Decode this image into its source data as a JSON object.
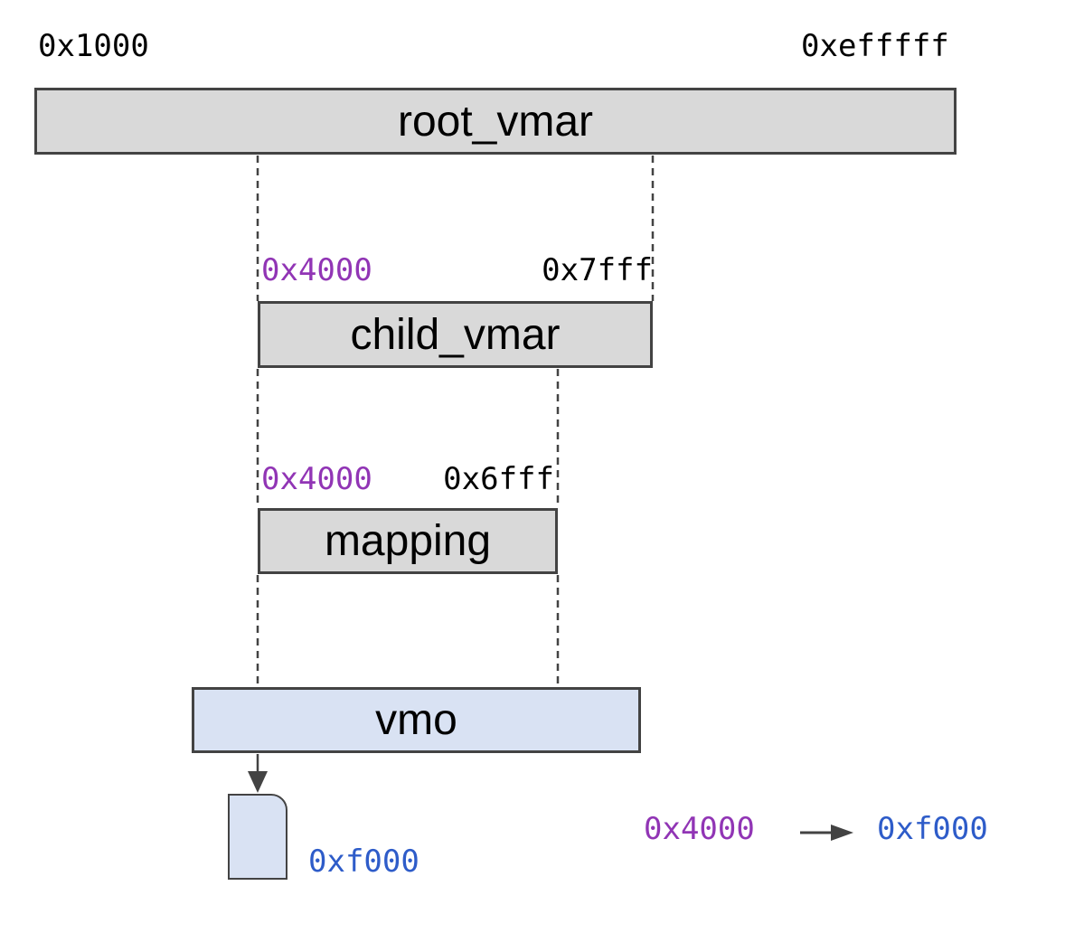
{
  "colors": {
    "box_gray": "#d9d9d9",
    "box_blue": "#d9e2f3",
    "border": "#434343",
    "purple": "#9135b5",
    "blue": "#2e5cc9",
    "black": "#000000",
    "bg": "#ffffff"
  },
  "root": {
    "label": "root_vmar",
    "start": "0x1000",
    "end": "0xefffff"
  },
  "child": {
    "label": "child_vmar",
    "start": "0x4000",
    "end": "0x7fff"
  },
  "mapping": {
    "label": "mapping",
    "start": "0x4000",
    "end": "0x6fff"
  },
  "vmo": {
    "label": "vmo"
  },
  "page": {
    "address": "0xf000"
  },
  "translation": {
    "from": "0x4000",
    "to": "0xf000"
  }
}
